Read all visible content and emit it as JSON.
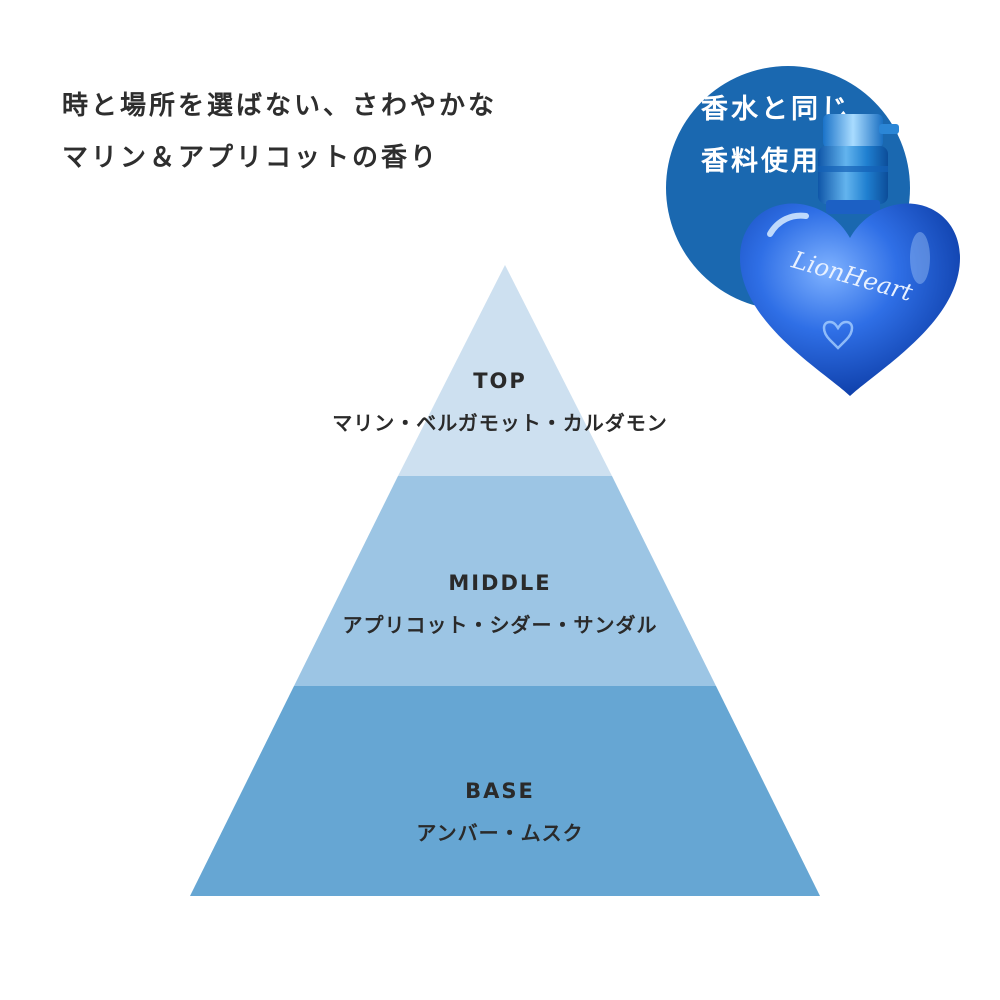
{
  "headline": {
    "line1": "時と場所を選ばない、さわやかな",
    "line2": "マリン＆アプリコットの香り"
  },
  "badge": {
    "line1": "香水と同じ",
    "line2": "香料使用！",
    "color": "#1a68b0"
  },
  "bottle": {
    "brand_text": "LionHeart",
    "color": "#1f64d6",
    "icon": "heart-perfume-bottle"
  },
  "pyramid": {
    "colors": {
      "top": "#cde0f0",
      "middle": "#9cc5e4",
      "base": "#66a6d3"
    },
    "tiers": [
      {
        "name": "TOP",
        "notes": "マリン・ベルガモット・カルダモン"
      },
      {
        "name": "MIDDLE",
        "notes": "アプリコット・シダー・サンダル"
      },
      {
        "name": "BASE",
        "notes": "アンバー・ムスク"
      }
    ]
  }
}
